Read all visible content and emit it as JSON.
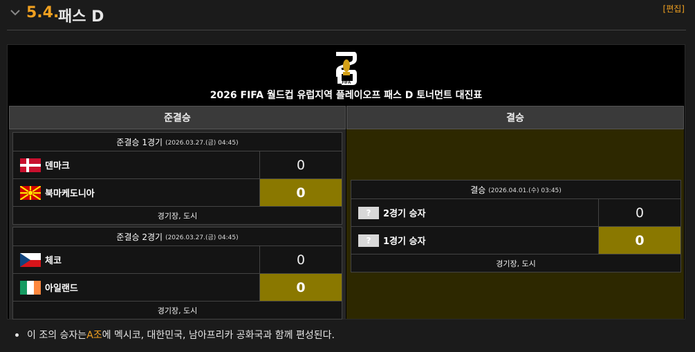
{
  "section": {
    "number": "5.4.",
    "title": "패스 D",
    "edit_label": "[편집]"
  },
  "tournament": {
    "logo_text": "FIFA",
    "title": "2026 FIFA 월드컵 유럽지역 플레이오프 패스 D 토너먼트 대진표",
    "col_semifinal": "준결승",
    "col_final": "결승"
  },
  "matches": [
    {
      "title": "준결승 1경기",
      "datetime": "(2026.03.27.(금) 04:45)",
      "teams": [
        {
          "name": "덴마크",
          "flag": "denmark-flag",
          "score": "0",
          "winner": false
        },
        {
          "name": "북마케도니아",
          "flag": "north-macedonia-flag",
          "score": "0",
          "winner": true
        }
      ],
      "venue": "경기장, 도시"
    },
    {
      "title": "준결승 2경기",
      "datetime": "(2026.03.27.(금) 04:45)",
      "teams": [
        {
          "name": "체코",
          "flag": "czechia-flag",
          "score": "0",
          "winner": false
        },
        {
          "name": "아일랜드",
          "flag": "ireland-flag",
          "score": "0",
          "winner": true
        }
      ],
      "venue": "경기장, 도시"
    },
    {
      "title": "결승",
      "datetime": "(2026.04.01.(수) 03:45)",
      "teams": [
        {
          "name": "2경기 승자",
          "flag": "unknown-icon",
          "flag_text": "?",
          "score": "0",
          "winner": false
        },
        {
          "name": "1경기 승자",
          "flag": "unknown-icon",
          "flag_text": "?",
          "score": "0",
          "winner": true
        }
      ],
      "venue": "경기장, 도시"
    }
  ],
  "note": {
    "prefix": "이 조의 승자는 ",
    "link": "A조",
    "suffix": "에 멕시코, 대한민국, 남아프리카 공화국과 함께 편성된다."
  },
  "colors": {
    "accent": "#f0a020",
    "winner_bg": "#8a7800",
    "final_bg": "#2d2800"
  }
}
